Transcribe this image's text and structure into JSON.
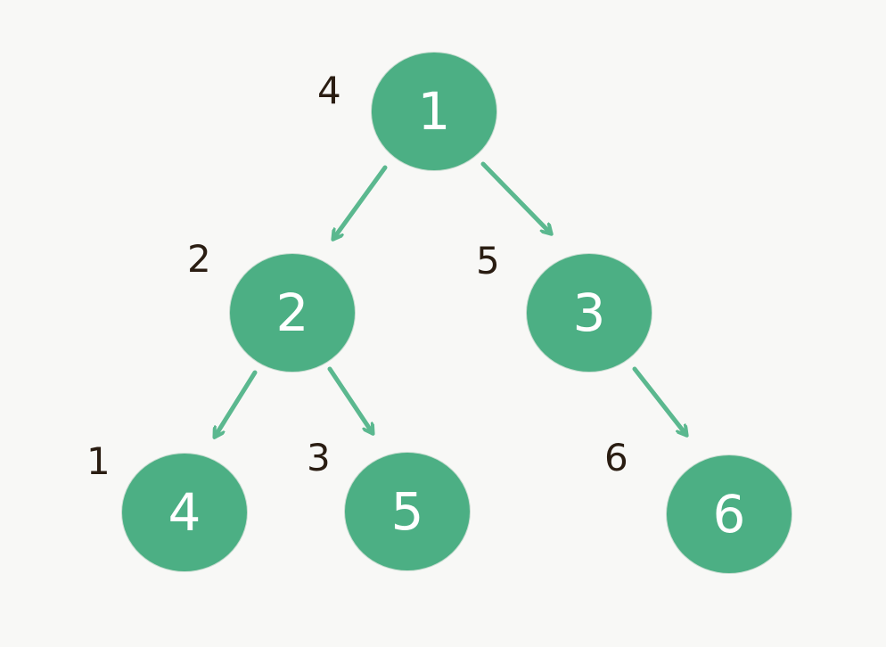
{
  "colors": {
    "node_fill": "#4caf84",
    "node_text": "#ffffff",
    "edge": "#5bb88f",
    "order_text": "#2a1d12",
    "background": "#f8f8f6"
  },
  "nodes": [
    {
      "id": "n1",
      "label": "1",
      "order": "4"
    },
    {
      "id": "n2",
      "label": "2",
      "order": "2"
    },
    {
      "id": "n3",
      "label": "3",
      "order": "5"
    },
    {
      "id": "n4",
      "label": "4",
      "order": "1"
    },
    {
      "id": "n5",
      "label": "5",
      "order": "3"
    },
    {
      "id": "n6",
      "label": "6",
      "order": "6"
    }
  ],
  "edges": [
    {
      "from": "1",
      "to": "2"
    },
    {
      "from": "1",
      "to": "3"
    },
    {
      "from": "2",
      "to": "4"
    },
    {
      "from": "2",
      "to": "5"
    },
    {
      "from": "3",
      "to": "6"
    }
  ]
}
